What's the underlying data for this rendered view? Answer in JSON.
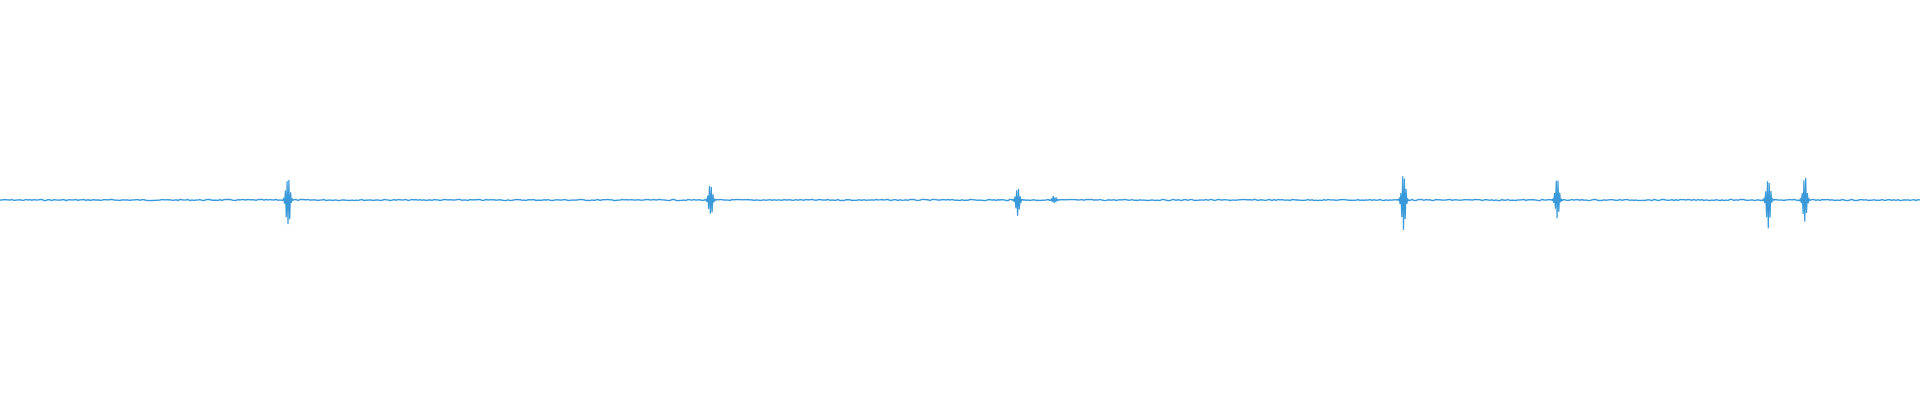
{
  "waveform": {
    "color": "#3a9ad9",
    "background": "#ffffff",
    "spikes": [
      {
        "position": 0.15,
        "amplitude": 0.85
      },
      {
        "position": 0.37,
        "amplitude": 0.55
      },
      {
        "position": 0.53,
        "amplitude": 0.4
      },
      {
        "position": 0.549,
        "amplitude": 0.12
      },
      {
        "position": 0.731,
        "amplitude": 0.9
      },
      {
        "position": 0.811,
        "amplitude": 0.6
      },
      {
        "position": 0.921,
        "amplitude": 0.8
      },
      {
        "position": 0.94,
        "amplitude": 0.65
      }
    ]
  }
}
